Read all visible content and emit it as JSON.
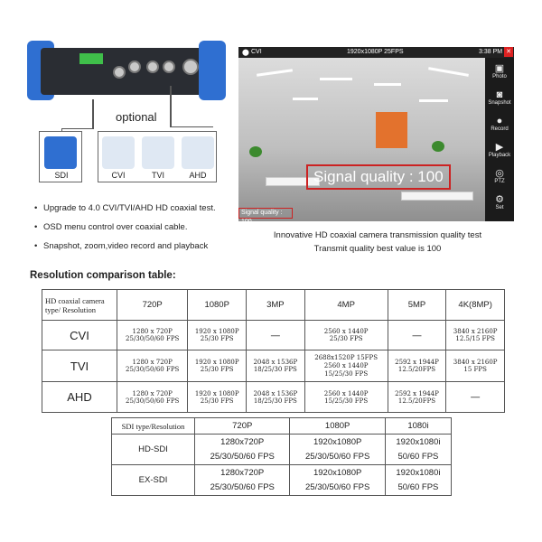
{
  "illustration": {
    "optional_label": "optional",
    "connectors": [
      {
        "label": "SDI",
        "icon": "sdi-camera-icon"
      },
      {
        "label": "CVI",
        "icon": "dome-camera-icon"
      },
      {
        "label": "TVI",
        "icon": "bullet-camera-icon"
      },
      {
        "label": "AHD",
        "icon": "dome-camera-icon"
      }
    ]
  },
  "features": [
    "Upgrade to 4.0 CVI/TVI/AHD  HD coaxial test.",
    "OSD menu control over coaxial cable.",
    "Snapshot, zoom,video record and playback"
  ],
  "screen": {
    "mode": "CVI",
    "resolution": "1920x1080P 25FPS",
    "time": "3:38 PM",
    "signal_quality_text": "Signal quality : 100",
    "signal_quality_small": "Signal quality : 100",
    "menu": [
      {
        "label": "Photo",
        "icon": "photo-icon"
      },
      {
        "label": "Snapshot",
        "icon": "camera-icon"
      },
      {
        "label": "Record",
        "icon": "record-icon"
      },
      {
        "label": "Playback",
        "icon": "playback-icon"
      },
      {
        "label": "PTZ",
        "icon": "ptz-icon"
      },
      {
        "label": "Set",
        "icon": "gear-icon"
      }
    ]
  },
  "caption": {
    "line1": "Innovative HD coaxial camera transmission quality test",
    "line2": "Transmit quality best value is 100"
  },
  "section_title": "Resolution comparison table:",
  "table1": {
    "corner": [
      "HD coaxial camera",
      "type/ Resolution"
    ],
    "columns": [
      "720P",
      "1080P",
      "3MP",
      "4MP",
      "5MP",
      "4K(8MP)"
    ],
    "rows": [
      {
        "label": "CVI",
        "cells": [
          [
            "1280 x 720P",
            "25/30/50/60 FPS"
          ],
          [
            "1920 x 1080P",
            "25/30 FPS"
          ],
          [
            "—"
          ],
          [
            "2560 x 1440P",
            "25/30 FPS"
          ],
          [
            "—"
          ],
          [
            "3840 x 2160P",
            "12.5/15 FPS"
          ]
        ]
      },
      {
        "label": "TVI",
        "cells": [
          [
            "1280 x 720P",
            "25/30/50/60 FPS"
          ],
          [
            "1920 x 1080P",
            "25/30 FPS"
          ],
          [
            "2048 x 1536P",
            "18/25/30 FPS"
          ],
          [
            "2688x1520P 15FPS",
            "2560 x 1440P",
            "15/25/30 FPS"
          ],
          [
            "2592 x 1944P",
            "12.5/20FPS"
          ],
          [
            "3840 x 2160P",
            "15 FPS"
          ]
        ]
      },
      {
        "label": "AHD",
        "cells": [
          [
            "1280 x 720P",
            "25/30/50/60 FPS"
          ],
          [
            "1920 x 1080P",
            "25/30 FPS"
          ],
          [
            "2048 x 1536P",
            "18/25/30 FPS"
          ],
          [
            "2560 x 1440P",
            "15/25/30 FPS"
          ],
          [
            "2592 x 1944P",
            "12.5/20FPS"
          ],
          [
            "—"
          ]
        ]
      }
    ]
  },
  "table2": {
    "corner": "SDI type/Resolution",
    "columns": [
      "720P",
      "1080P",
      "1080i"
    ],
    "rows": [
      {
        "label": "HD-SDI",
        "cells": [
          [
            "1280x720P",
            "25/30/50/60 FPS"
          ],
          [
            "1920x1080P",
            "25/30/50/60 FPS"
          ],
          [
            "1920x1080i",
            "50/60 FPS"
          ]
        ]
      },
      {
        "label": "EX-SDI",
        "cells": [
          [
            "1280x720P",
            "25/30/50/60 FPS"
          ],
          [
            "1920x1080P",
            "25/30/50/60 FPS"
          ],
          [
            "1920x1080i",
            "50/60 FPS"
          ]
        ]
      }
    ]
  },
  "colors": {
    "accent_blue": "#2f6fd1",
    "signal_red": "#cc2222",
    "wall_orange": "#e3722d"
  }
}
